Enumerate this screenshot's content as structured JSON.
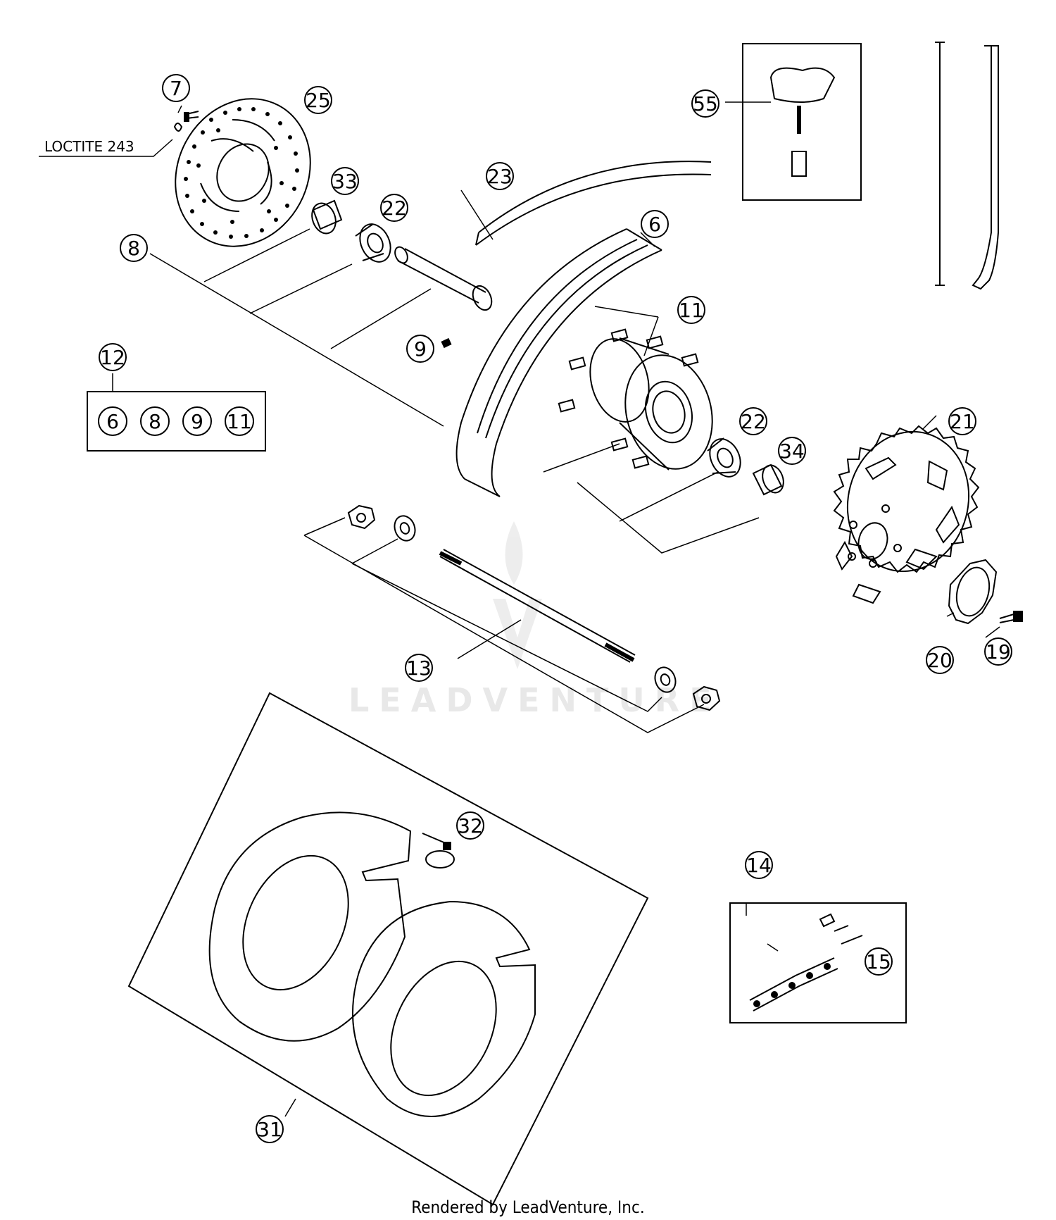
{
  "callouts": {
    "c7": "7",
    "c25": "25",
    "c33": "33",
    "c22a": "22",
    "c23": "23",
    "c6": "6",
    "c55": "55",
    "c8": "8",
    "c11": "11",
    "c9": "9",
    "c12": "12",
    "c22b": "22",
    "c34": "34",
    "c21": "21",
    "c13": "13",
    "c20": "20",
    "c19": "19",
    "c32": "32",
    "c14": "14",
    "c15": "15",
    "c31": "31"
  },
  "kit12": [
    "6",
    "8",
    "9",
    "11"
  ],
  "loctite": "LOCTITE 243",
  "watermark": "LEADVENTURE",
  "footer": "Rendered by LeadVenture, Inc."
}
